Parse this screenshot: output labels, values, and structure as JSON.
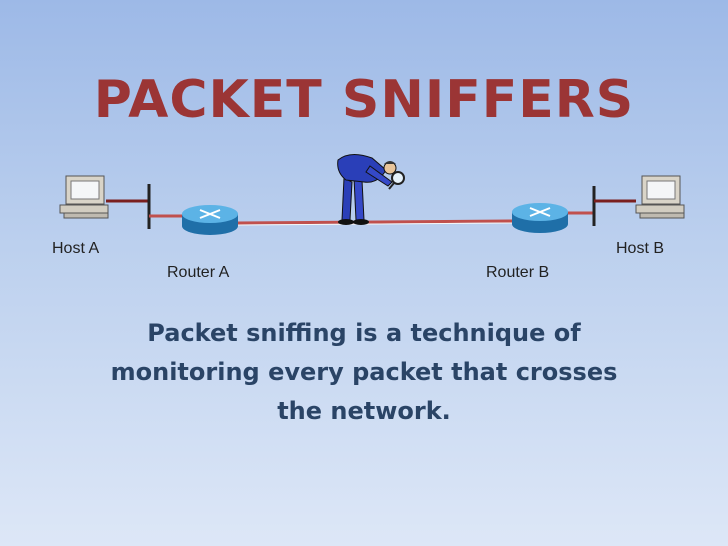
{
  "slide": {
    "title": "PACKET SNIFFERS",
    "body": "Packet sniffing is a technique of monitoring every packet that crosses the network."
  },
  "diagram": {
    "nodes": [
      {
        "id": "host-a",
        "label": "Host A",
        "icon": "computer-icon"
      },
      {
        "id": "router-a",
        "label": "Router A",
        "icon": "router-icon"
      },
      {
        "id": "router-b",
        "label": "Router B",
        "icon": "router-icon"
      },
      {
        "id": "host-b",
        "label": "Host B",
        "icon": "computer-icon"
      }
    ],
    "sniffer_icon": "magnifier-person-icon",
    "colors": {
      "link": "#c0504d",
      "router": "#2e8fcf",
      "title": "#9b3535",
      "body": "#2a4466"
    }
  }
}
